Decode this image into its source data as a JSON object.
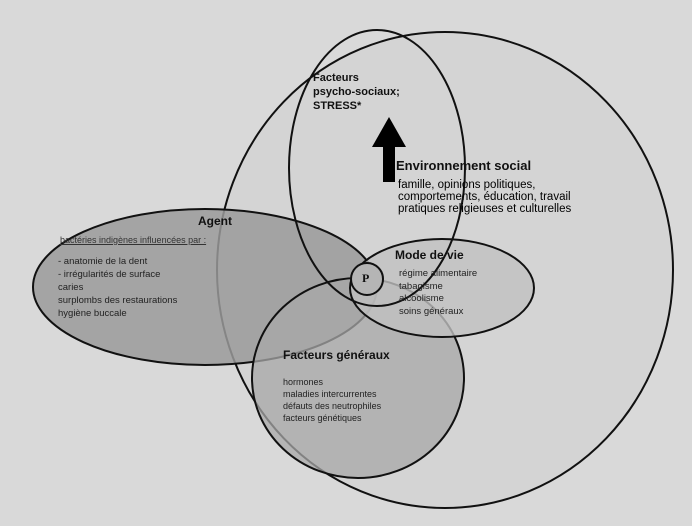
{
  "diagram": {
    "psychosocial": {
      "title_line1": "Facteurs",
      "title_line2": "psycho-sociaux;",
      "title_line3": "STRESS*"
    },
    "social_environment": {
      "title": "Environnement social",
      "items": [
        "famille, opinions politiques,",
        "comportements, éducation, travail",
        "pratiques religieuses et culturelles"
      ]
    },
    "agent": {
      "title": "Agent",
      "subtitle": "bactéries indigènes influencées par :",
      "items": [
        "- anatomie de la dent",
        "- irrégularités de surface",
        "  caries",
        "  surplombs des restaurations",
        "  hygiène buccale"
      ]
    },
    "lifestyle": {
      "title": "Mode de vie",
      "items": [
        "régime alimentaire",
        "tabagisme",
        "alcoolisme",
        "soins généraux"
      ]
    },
    "general_factors": {
      "title": "Facteurs généraux",
      "items": [
        "hormones",
        "maladies intercurrentes",
        "défauts des neutrophiles",
        "facteurs génétiques"
      ]
    },
    "center_label": "P"
  },
  "colors": {
    "background": "#d9d9d9",
    "outline": "#111111",
    "agent_fill": "#9a9a9a",
    "lifestyle_fill": "#bdbdbd",
    "general_fill": "#a8a8a8",
    "arrow": "#000000"
  }
}
